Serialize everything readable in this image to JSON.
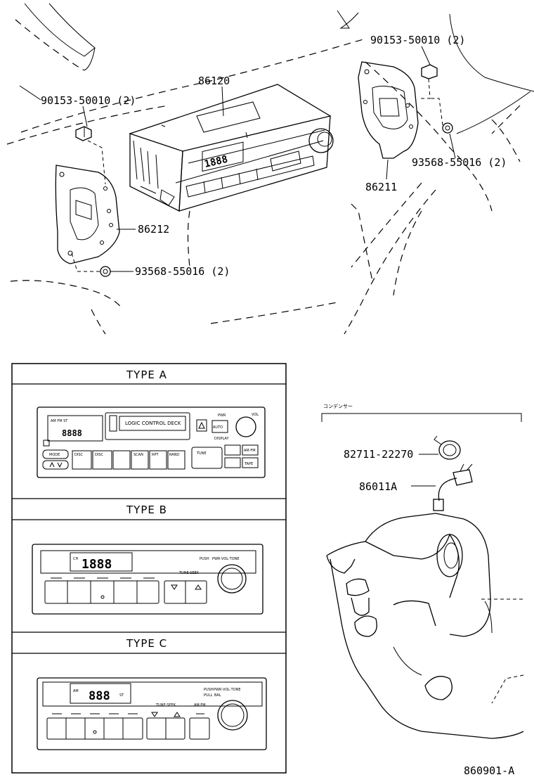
{
  "parts": {
    "p86120": "86120",
    "p90153_left": "90153-50010 (2)",
    "p90153_right": "90153-50010 (2)",
    "p86212": "86212",
    "p93568_left": "93568-55016 (2)",
    "p93568_right": "93568-55016 (2)",
    "p86211": "86211",
    "p82711": "82711-22270",
    "p86011A": "86011A"
  },
  "condenser_label": "コンデンサー",
  "types": {
    "a": {
      "title": "TYPE  A",
      "deck": "LOGIC CONTROL DECK",
      "vol": "VOL",
      "pwr": "PWR",
      "auto": "AUTO",
      "display": "DISPLAY",
      "mode": "MODE",
      "disc_minus": "DISC",
      "disc_plus": "DISC",
      "scan": "SCAN",
      "rpt": "RPT",
      "rand": "RAND",
      "tune": "TUNE",
      "am_fm": "AM·FM",
      "tape": "TAPE",
      "disp_text": "AM FM  ST"
    },
    "b": {
      "title": "TYPE  B",
      "display": "1888",
      "display_prefix": "CH",
      "knob_text": "PWR·VOL·TONE",
      "push": "PUSH",
      "tune_seek": "TUNE·SEEK"
    },
    "c": {
      "title": "TYPE  C",
      "display": "888",
      "display_prefix": "AM",
      "display_suffix": "ST",
      "knob_text": "PWR·VOL·TONE",
      "push": "PUSH",
      "pull": "PULL",
      "bal": "BAL",
      "tune_seek": "TUNE·SEEK",
      "am_fm": "AM·FM"
    }
  },
  "diagram_id": "860901-A"
}
